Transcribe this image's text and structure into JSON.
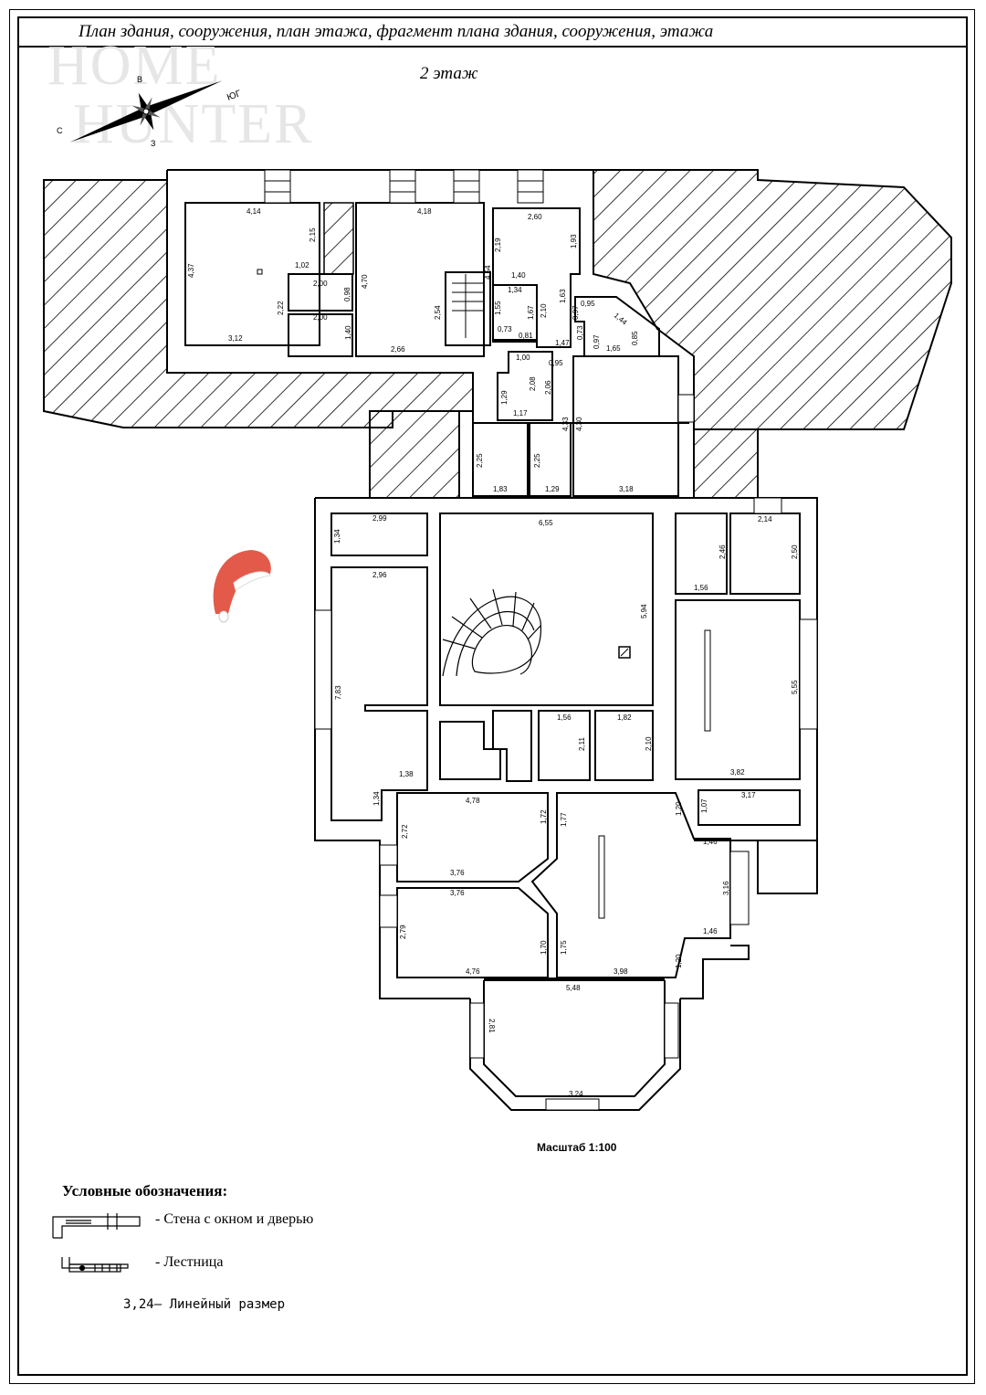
{
  "header": {
    "title": "План здания, сооружения, план этажа, фрагмент плана здания, сооружения, этажа",
    "floor": "2 этаж"
  },
  "watermark": {
    "line1": "HOME",
    "line2": "HUNTER"
  },
  "compass": {
    "n": "С",
    "s": "Ю",
    "e": "В",
    "w": "З",
    "south_label": "ЮГ"
  },
  "plan": {
    "dimensions": [
      "4,14",
      "4,37",
      "3,12",
      "2,15",
      "1,02",
      "2,00",
      "0,98",
      "2,00",
      "1,40",
      "2,22",
      "4,18",
      "4,70",
      "2,54",
      "2,66",
      "2,60",
      "2,19",
      "1,93",
      "4,54",
      "1,40",
      "1,34",
      "1,55",
      "0,73",
      "1,67",
      "0,81",
      "2,10",
      "1,63",
      "0,95",
      "0,97",
      "1,47",
      "1,44",
      "0,73",
      "0,97",
      "1,65",
      "0,85",
      "1,00",
      "0,95",
      "2,08",
      "2,06",
      "1,29",
      "1,17",
      "4,33",
      "4,30",
      "2,25",
      "2,25",
      "1,83",
      "1,29",
      "3,18",
      "2,99",
      "1,34",
      "2,96",
      "7,83",
      "1,38",
      "1,34",
      "6,55",
      "5,94",
      "1,56",
      "1,82",
      "2,11",
      "2,10",
      "2,46",
      "2,14",
      "2,50",
      "1,56",
      "5,55",
      "3,82",
      "1,07",
      "3,17",
      "4,78",
      "2,72",
      "1,72",
      "1,77",
      "3,76",
      "3,76",
      "2,79",
      "1,70",
      "4,76",
      "1,75",
      "3,98",
      "1,20",
      "1,46",
      "3,16",
      "1,46",
      "1,20",
      "5,48",
      "2,81",
      "3,24"
    ]
  },
  "scale_label": "Масштаб 1:100",
  "legend": {
    "title": "Условные обозначения:",
    "wall": "- Стена с окном и дверью",
    "stairs": "- Лестница",
    "dimension": "3,24– Линейный размер"
  }
}
